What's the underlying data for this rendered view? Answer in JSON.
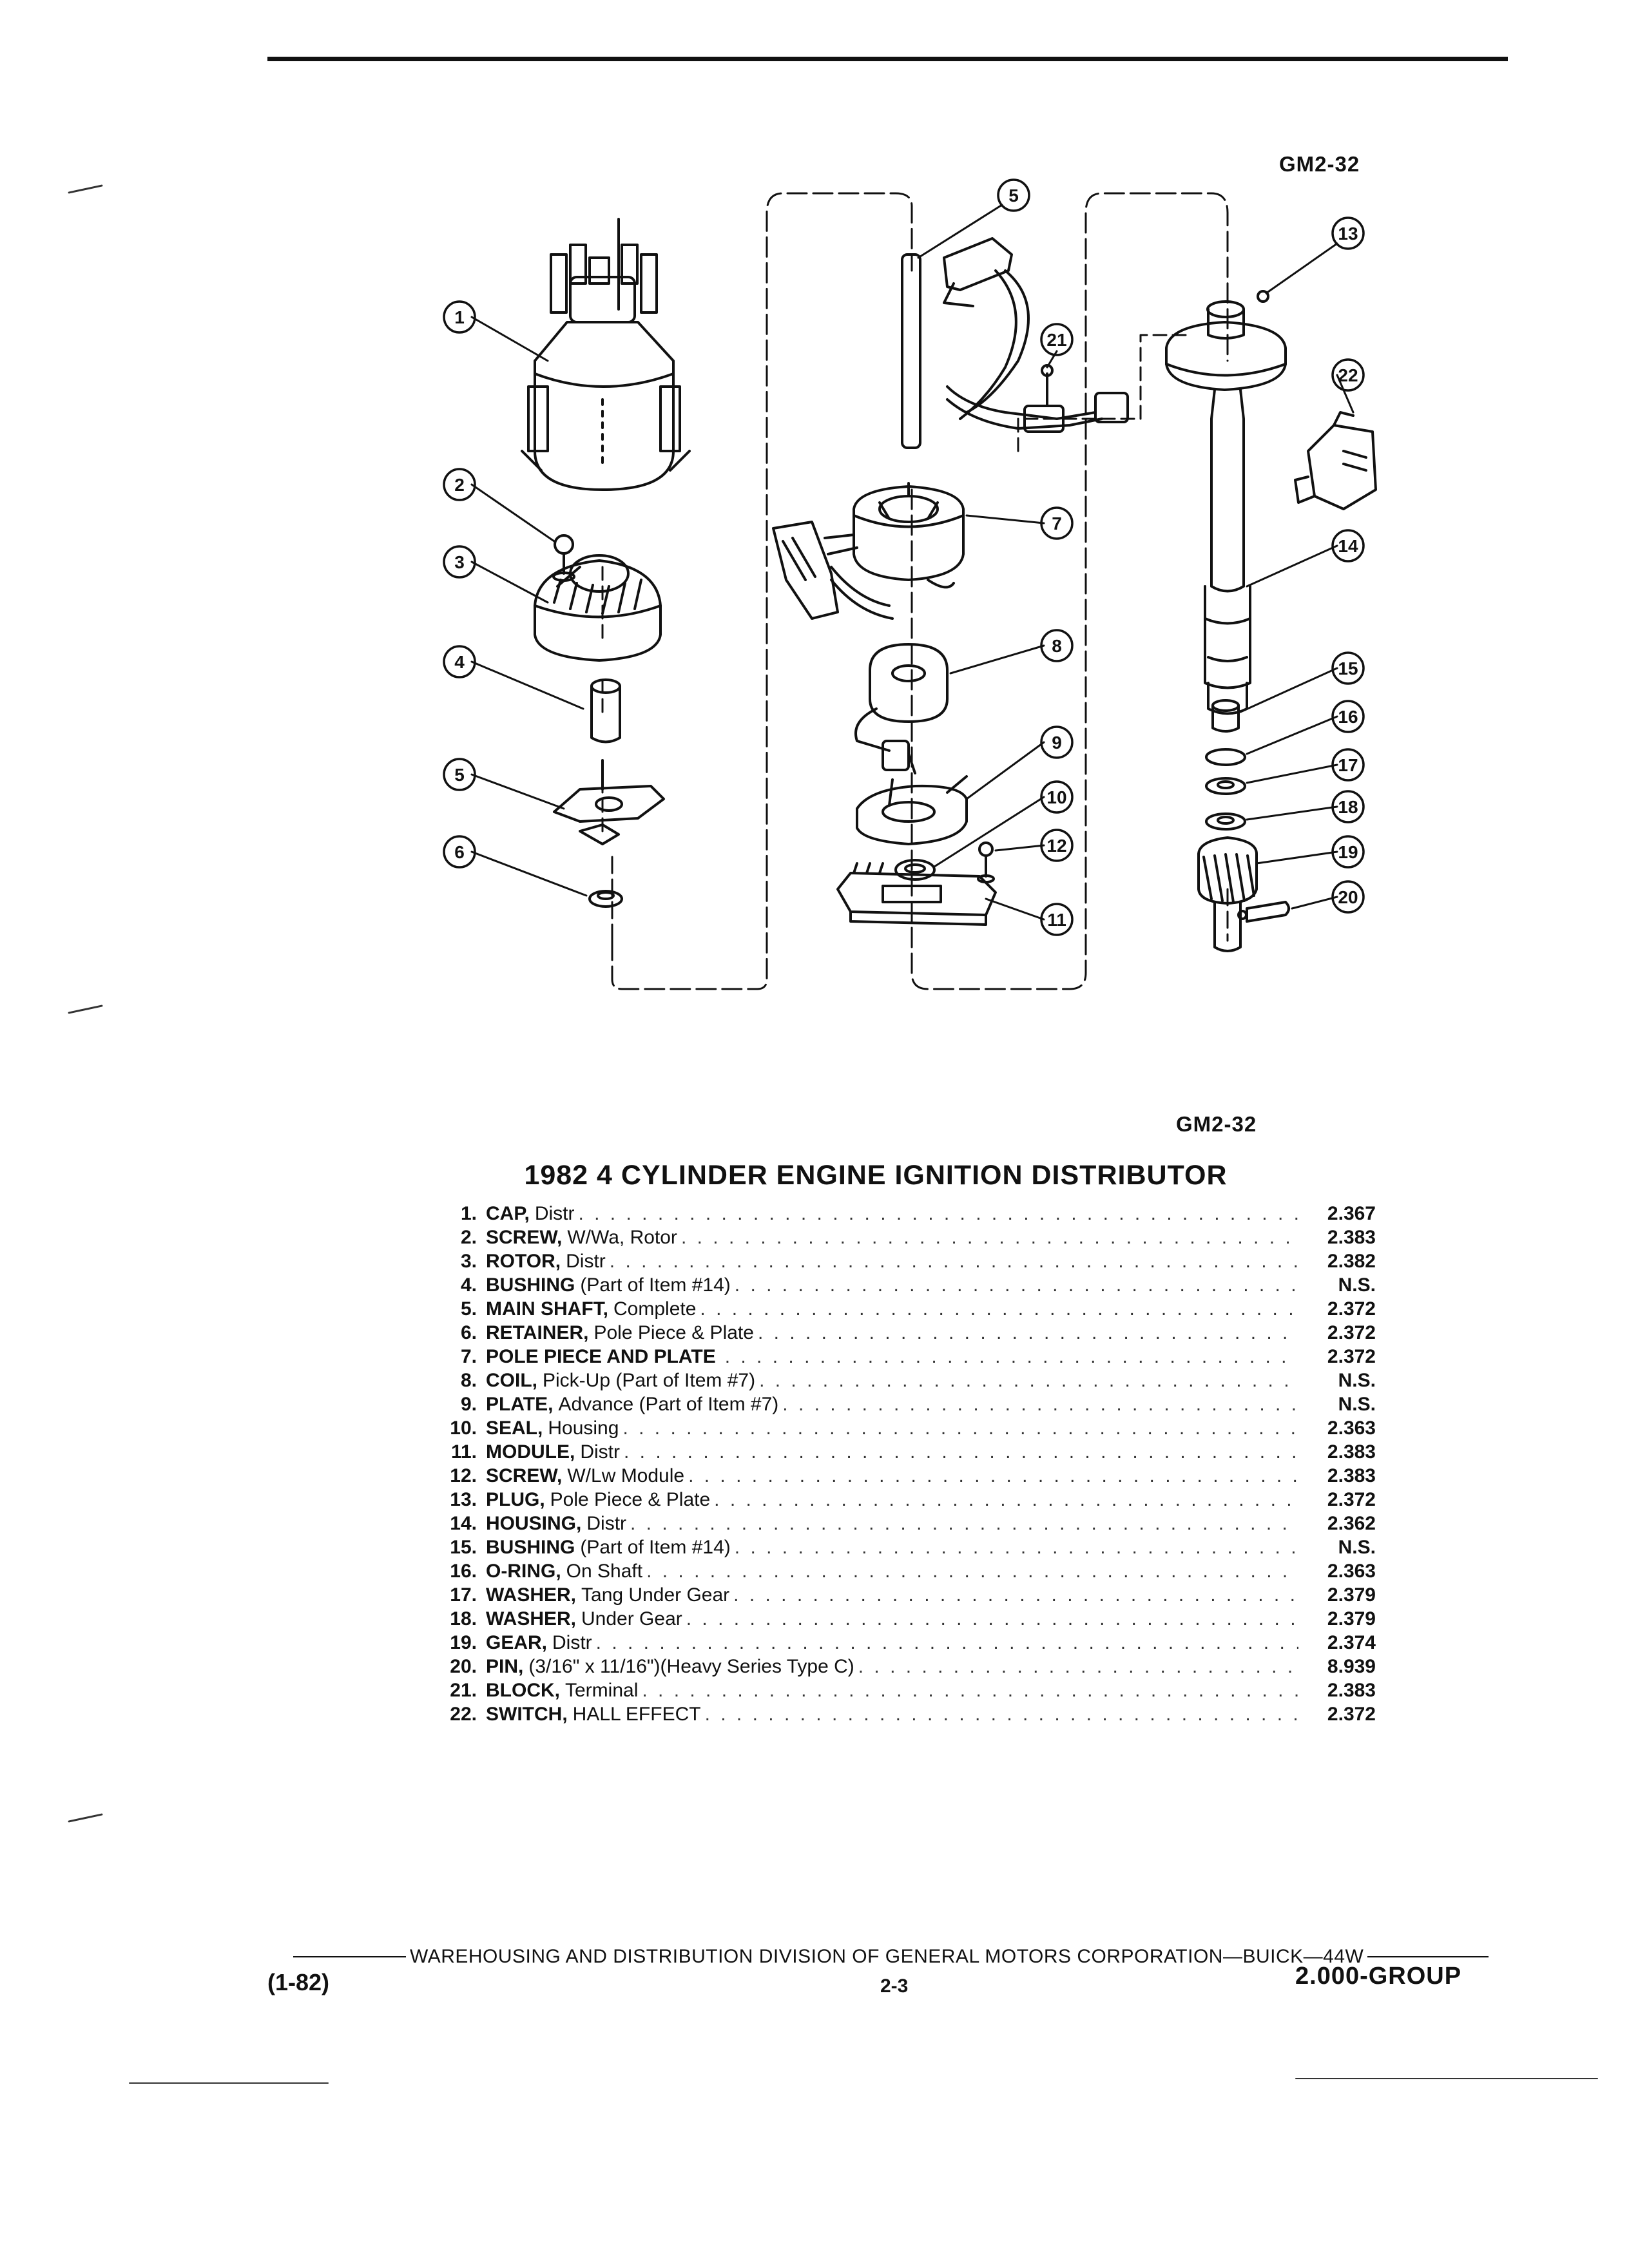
{
  "figure": {
    "code_top": "GM2-32",
    "code_bottom": "GM2-32",
    "callouts": [
      "1",
      "2",
      "3",
      "4",
      "5",
      "6",
      "5",
      "7",
      "8",
      "9",
      "10",
      "11",
      "12",
      "21",
      "13",
      "22",
      "14",
      "15",
      "16",
      "17",
      "18",
      "19",
      "20"
    ]
  },
  "title": "1982 4 CYLINDER ENGINE IGNITION DISTRIBUTOR",
  "parts": [
    {
      "num": "1.",
      "name": "CAP,",
      "desc": "Distr",
      "ref": "2.367"
    },
    {
      "num": "2.",
      "name": "SCREW,",
      "desc": "W/Wa, Rotor",
      "ref": "2.383"
    },
    {
      "num": "3.",
      "name": "ROTOR,",
      "desc": "Distr",
      "ref": "2.382"
    },
    {
      "num": "4.",
      "name": "BUSHING",
      "desc": "(Part of Item #14)",
      "ref": "N.S."
    },
    {
      "num": "5.",
      "name": "MAIN SHAFT,",
      "desc": "Complete",
      "ref": "2.372"
    },
    {
      "num": "6.",
      "name": "RETAINER,",
      "desc": "Pole Piece & Plate",
      "ref": "2.372"
    },
    {
      "num": "7.",
      "name": "POLE PIECE AND PLATE",
      "desc": "",
      "ref": "2.372"
    },
    {
      "num": "8.",
      "name": "COIL,",
      "desc": "Pick-Up (Part of Item #7)",
      "ref": "N.S."
    },
    {
      "num": "9.",
      "name": "PLATE,",
      "desc": "Advance (Part of Item #7)",
      "ref": "N.S."
    },
    {
      "num": "10.",
      "name": "SEAL,",
      "desc": "Housing",
      "ref": "2.363"
    },
    {
      "num": "11.",
      "name": "MODULE,",
      "desc": "Distr",
      "ref": "2.383"
    },
    {
      "num": "12.",
      "name": "SCREW,",
      "desc": "W/Lw Module",
      "ref": "2.383"
    },
    {
      "num": "13.",
      "name": "PLUG,",
      "desc": "Pole Piece & Plate",
      "ref": "2.372"
    },
    {
      "num": "14.",
      "name": "HOUSING,",
      "desc": "Distr",
      "ref": "2.362"
    },
    {
      "num": "15.",
      "name": "BUSHING",
      "desc": "(Part of Item #14)",
      "ref": "N.S."
    },
    {
      "num": "16.",
      "name": "O-RING,",
      "desc": "On Shaft",
      "ref": "2.363"
    },
    {
      "num": "17.",
      "name": "WASHER,",
      "desc": "Tang Under Gear",
      "ref": "2.379"
    },
    {
      "num": "18.",
      "name": "WASHER,",
      "desc": "Under Gear",
      "ref": "2.379"
    },
    {
      "num": "19.",
      "name": "GEAR,",
      "desc": "Distr",
      "ref": "2.374"
    },
    {
      "num": "20.",
      "name": "PIN,",
      "desc": "(3/16\" x 11/16\")(Heavy Series Type C)",
      "ref": "8.939"
    },
    {
      "num": "21.",
      "name": "BLOCK,",
      "desc": "Terminal",
      "ref": "2.383"
    },
    {
      "num": "22.",
      "name": "SWITCH,",
      "desc": "HALL EFFECT",
      "ref": "2.372"
    }
  ],
  "footer": {
    "division": "WAREHOUSING AND DISTRIBUTION DIVISION OF GENERAL MOTORS CORPORATION—BUICK—44W",
    "revision": "(1-82)",
    "page": "2-3",
    "group": "2.000-GROUP"
  }
}
